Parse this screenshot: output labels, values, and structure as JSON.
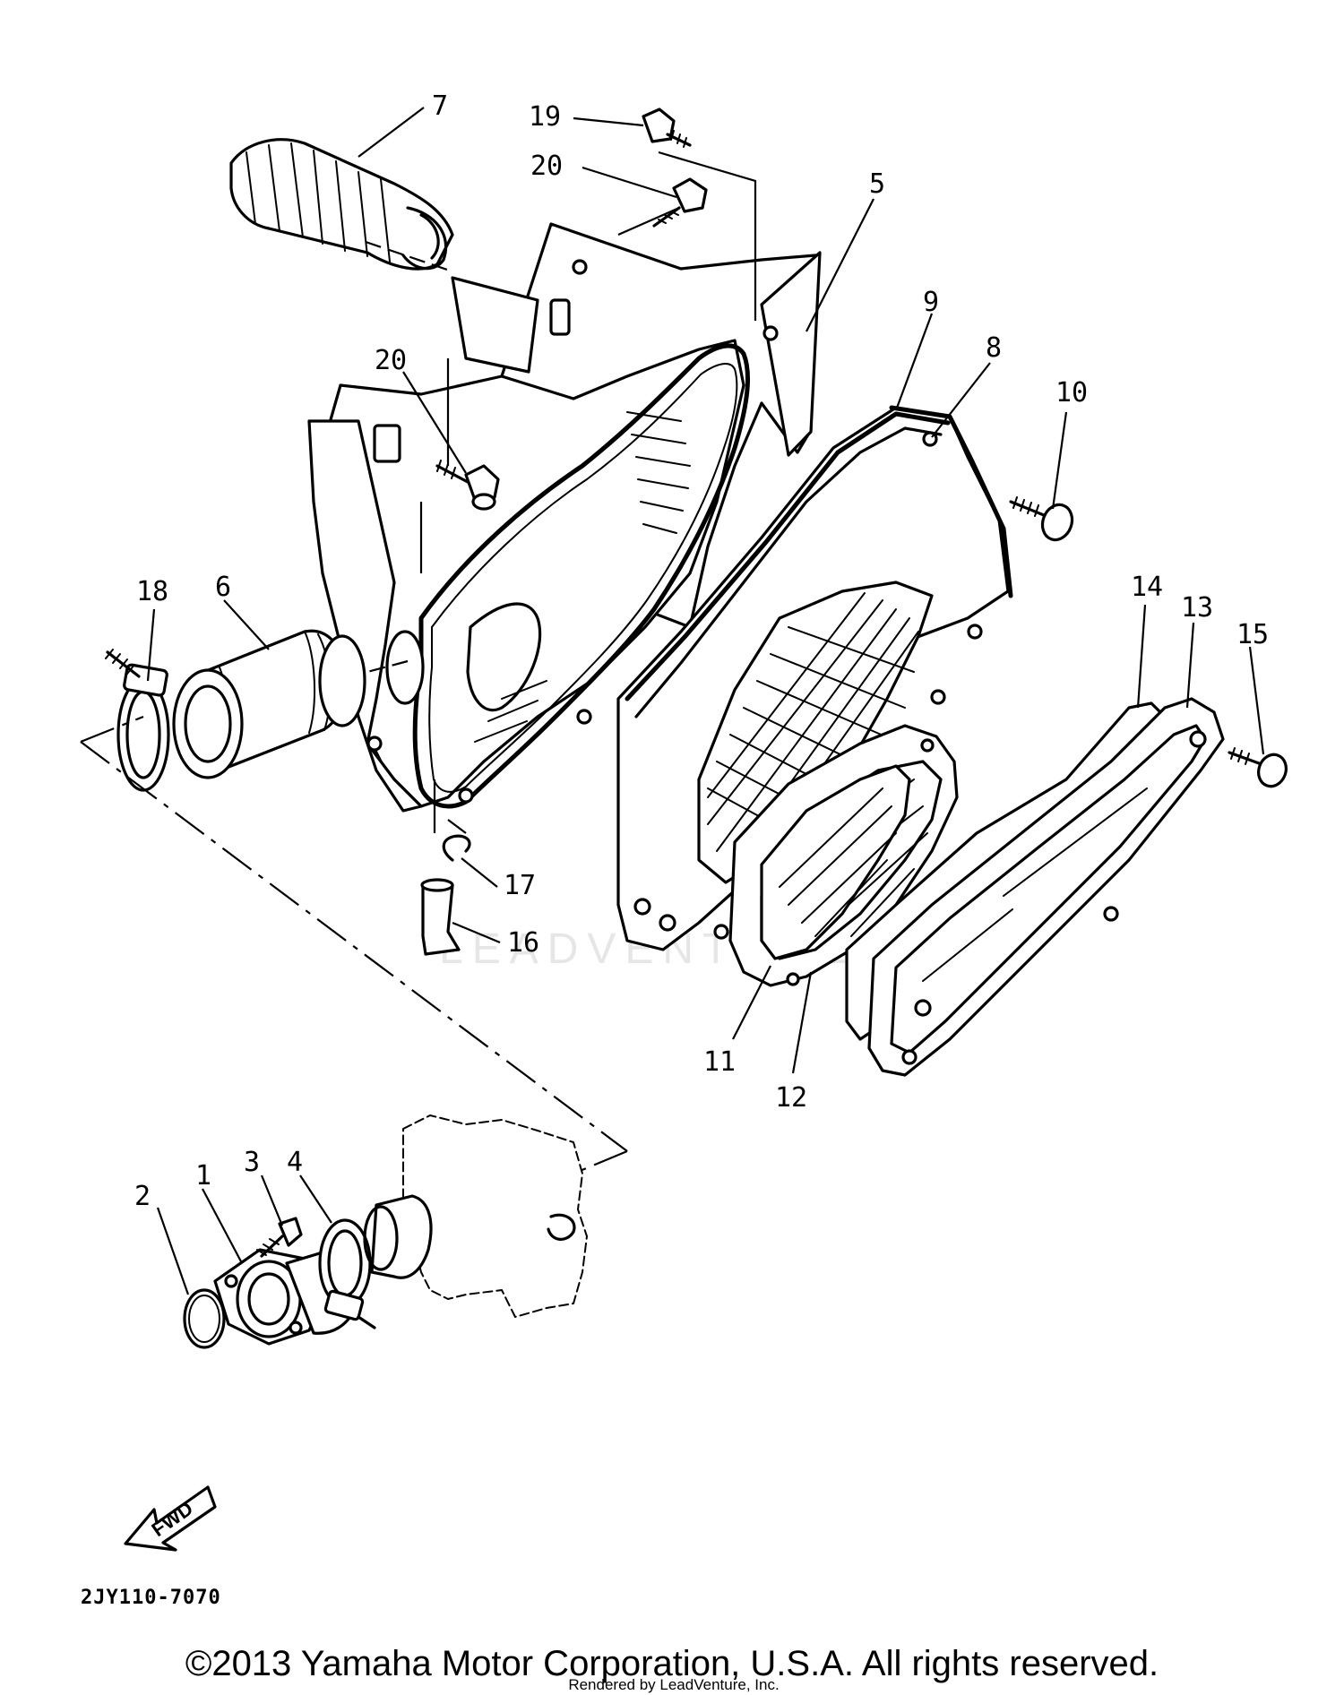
{
  "diagram": {
    "callouts": {
      "p1": "1",
      "p2": "2",
      "p3": "3",
      "p4": "4",
      "p5": "5",
      "p6": "6",
      "p7": "7",
      "p8": "8",
      "p9": "9",
      "p10": "10",
      "p11": "11",
      "p12": "12",
      "p13": "13",
      "p14": "14",
      "p15": "15",
      "p16": "16",
      "p17": "17",
      "p18": "18",
      "p19": "19",
      "p20a": "20",
      "p20b": "20"
    },
    "fwd_label": "FWD",
    "diagram_code": "2JY110-7070",
    "watermark": "LEADVENTURE"
  },
  "footer": {
    "copyright": "©2013 Yamaha Motor Corporation, U.S.A. All rights reserved.",
    "rendered_by": "Rendered by LeadVenture, Inc."
  }
}
